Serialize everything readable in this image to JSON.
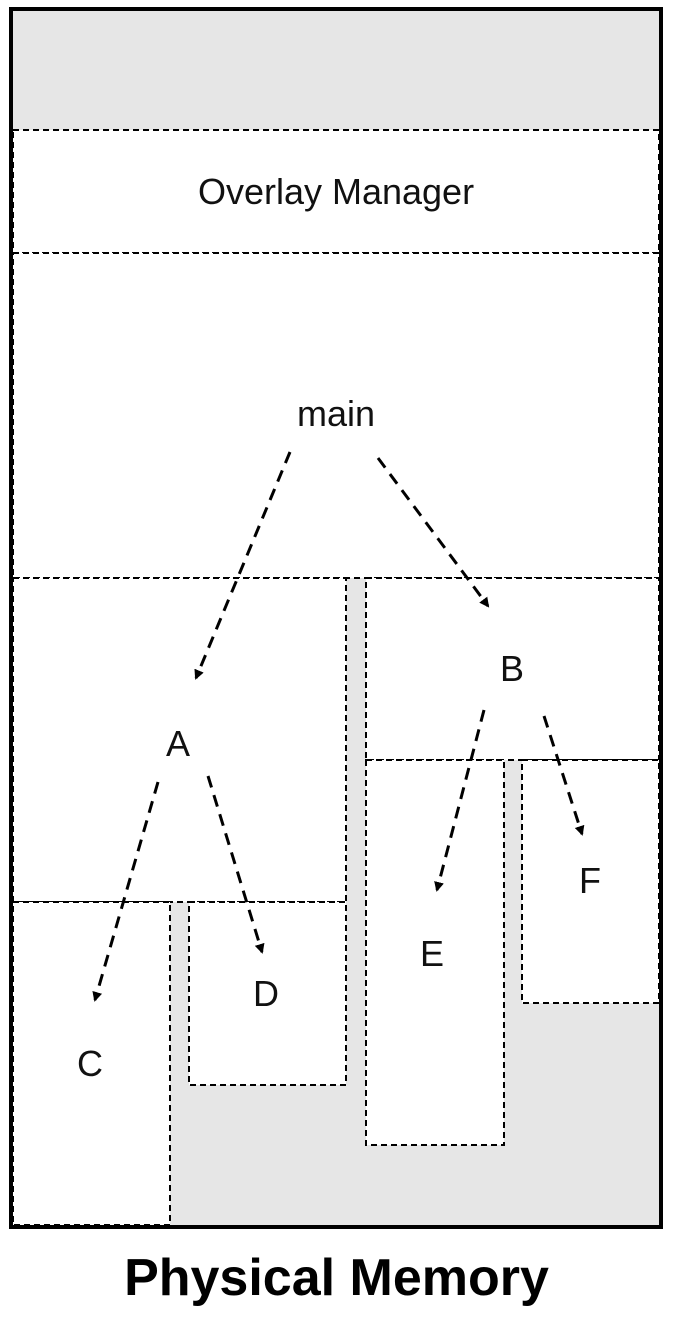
{
  "diagram": {
    "segments": {
      "overlay_manager": "Overlay Manager",
      "main": "main",
      "a": "A",
      "b": "B",
      "c": "C",
      "d": "D",
      "e": "E",
      "f": "F"
    },
    "caption": "Physical Memory",
    "colors": {
      "free_space": "#e6e6e6",
      "border": "#000000",
      "text": "#111111"
    }
  }
}
